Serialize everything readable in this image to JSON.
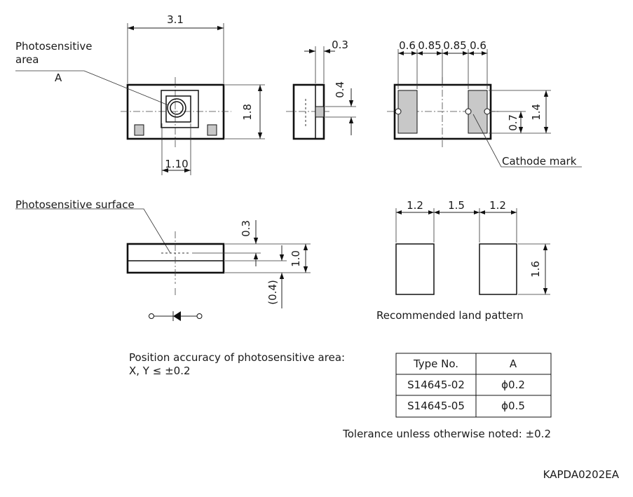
{
  "labels": {
    "photosensitive_area": "Photosensitive",
    "photosensitive_area_2": "area",
    "area_symbol": "A",
    "cathode_mark": "Cathode mark",
    "photosensitive_surface": "Photosensitive surface",
    "land_pattern": "Recommended land pattern"
  },
  "dimensions": {
    "width_top": "3.1",
    "height_top": "1.8",
    "area_pos": "1.10",
    "side_03": "0.3",
    "side_04": "0.4",
    "pad_06_left": "0.6",
    "pad_085_left": "0.85",
    "pad_085_right": "0.85",
    "pad_06_right": "0.6",
    "bottom_14": "1.4",
    "bottom_07": "0.7",
    "front_03": "0.3",
    "front_10": "1.0",
    "front_04": "(0.4)",
    "land_12_left": "1.2",
    "land_15": "1.5",
    "land_12_right": "1.2",
    "land_16": "1.6"
  },
  "notes": {
    "accuracy_line1": "Position accuracy of photosensitive area:",
    "accuracy_line2": "X, Y ≤ ±0.2",
    "tolerance": "Tolerance unless otherwise noted: ±0.2",
    "drawing_code": "KAPDA0202EA"
  },
  "table": {
    "headers": [
      "Type No.",
      "A"
    ],
    "rows": [
      [
        "S14645-02",
        "ϕ0.2"
      ],
      [
        "S14645-05",
        "ϕ0.5"
      ]
    ]
  }
}
